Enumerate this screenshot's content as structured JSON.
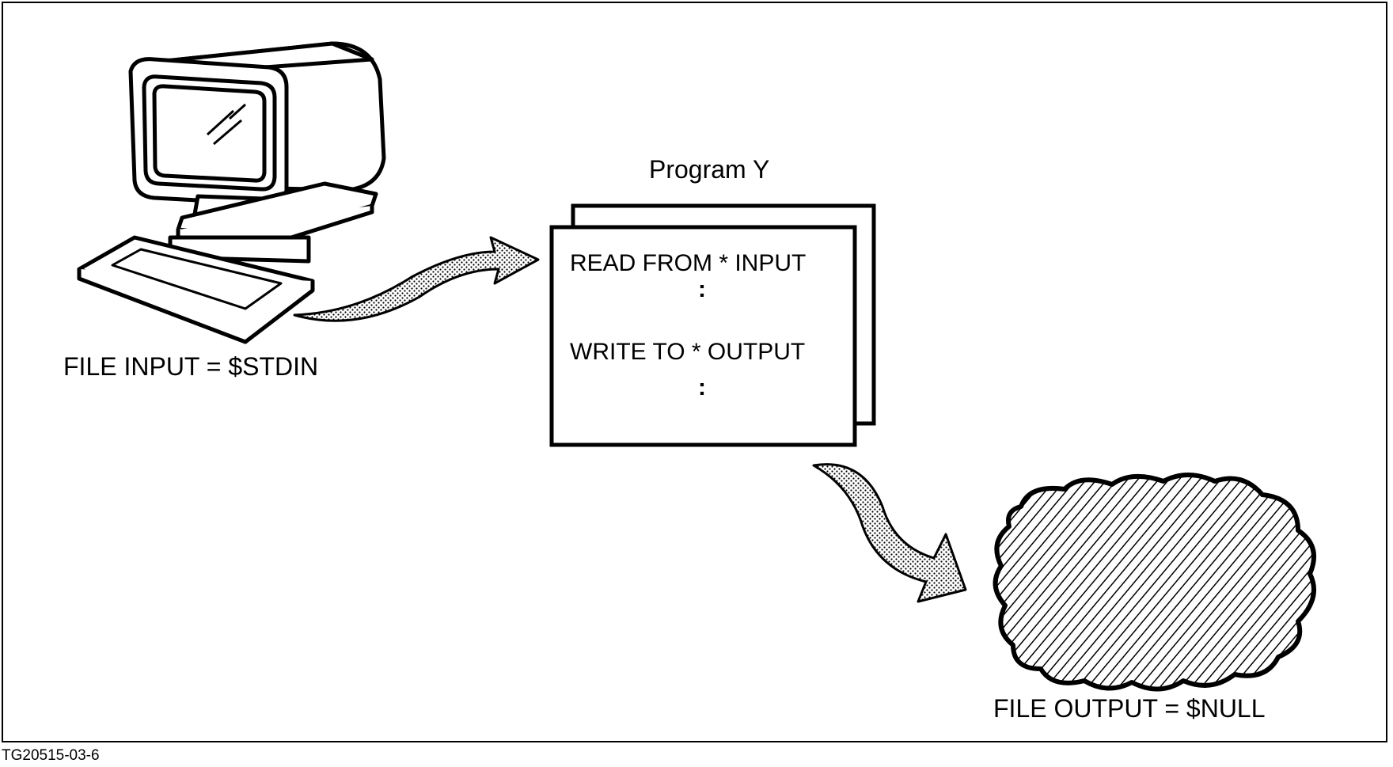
{
  "figure": {
    "id": "TG20515-03-6",
    "program_title": "Program Y",
    "program_lines": {
      "read": "READ FROM * INPUT",
      "dots1": ":",
      "write": "WRITE TO * OUTPUT",
      "dots2": ":"
    },
    "terminal_label": "FILE INPUT = $STDIN",
    "null_label": "FILE OUTPUT = $NULL"
  }
}
